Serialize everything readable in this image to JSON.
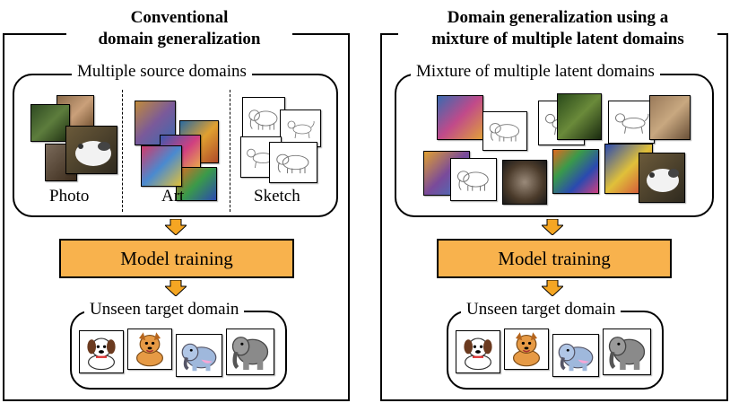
{
  "left_panel": {
    "title_line1": "Conventional",
    "title_line2": "domain generalization",
    "source_caption": "Multiple source domains",
    "domains": [
      "Photo",
      "Art",
      "Sketch"
    ],
    "training_label": "Model training",
    "target_caption": "Unseen target domain"
  },
  "right_panel": {
    "title_line1": "Domain generalization using a",
    "title_line2": "mixture of multiple latent domains",
    "source_caption": "Mixture of multiple latent domains",
    "training_label": "Model training",
    "target_caption": "Unseen target domain"
  },
  "colors": {
    "training_fill": "#f8b24d",
    "arrow_fill": "#f5a623"
  }
}
